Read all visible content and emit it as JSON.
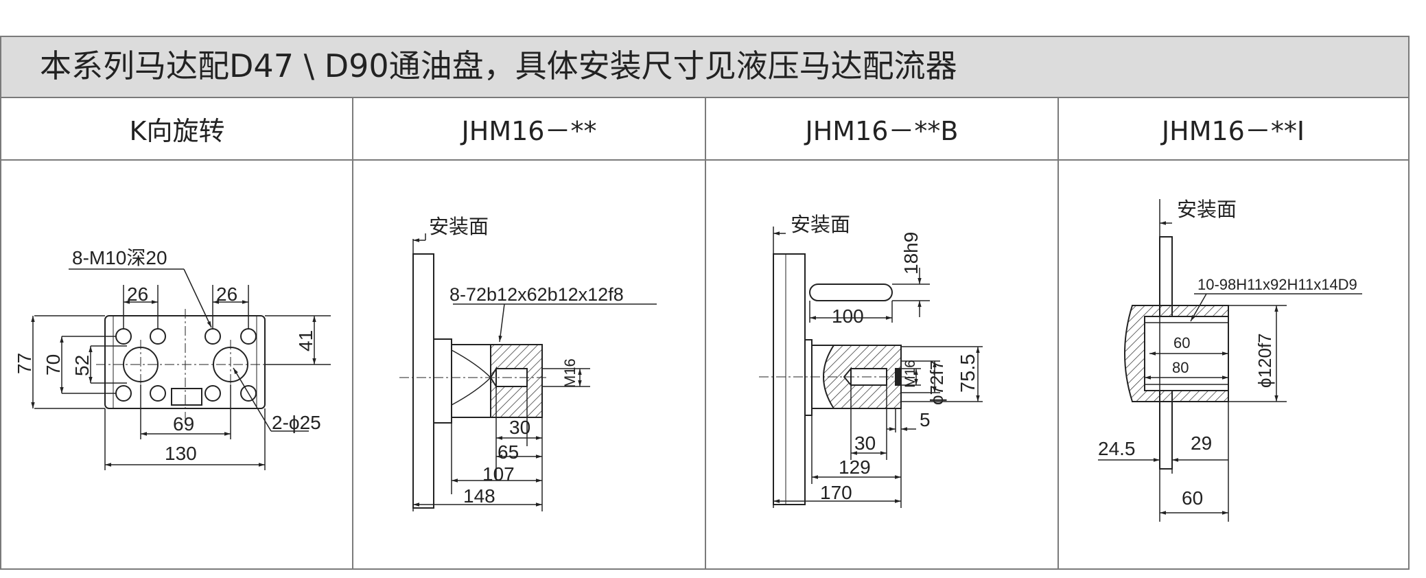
{
  "header": {
    "title": "本系列马达配D47 \\ D90通油盘，具体安装尺寸见液压马达配流器"
  },
  "columns": [
    {
      "title": "K向旋转"
    },
    {
      "title": "JHM16－**"
    },
    {
      "title": "JHM16－**B"
    },
    {
      "title": "JHM16－**I"
    }
  ],
  "panel_k": {
    "thread_note": "8-M10深20",
    "dim_26_left": "26",
    "dim_26_right": "26",
    "dim_77": "77",
    "dim_70": "70",
    "dim_52": "52",
    "dim_41": "41",
    "dim_69": "69",
    "dim_130": "130",
    "hole_note": "2-ϕ25"
  },
  "panel_base": {
    "mount_face": "安装面",
    "spline": "8-72b12x62b12x12f8",
    "thread": "M16",
    "dim_30": "30",
    "dim_65": "65",
    "dim_107": "107",
    "dim_148": "148"
  },
  "panel_b": {
    "mount_face": "安装面",
    "key": "18h9",
    "dim_100": "100",
    "thread": "M16",
    "dia_72": "ϕ72f7",
    "dim_755": "75.5",
    "dim_5": "5",
    "dim_30": "30",
    "dim_129": "129",
    "dim_170": "170"
  },
  "panel_i": {
    "mount_face": "安装面",
    "spline": "10-98H11x92H11x14D9",
    "dim_60_inner": "60",
    "dim_80": "80",
    "dia_120": "ϕ120f7",
    "dim_245": "24.5",
    "dim_29": "29",
    "dim_60_bottom": "60"
  }
}
